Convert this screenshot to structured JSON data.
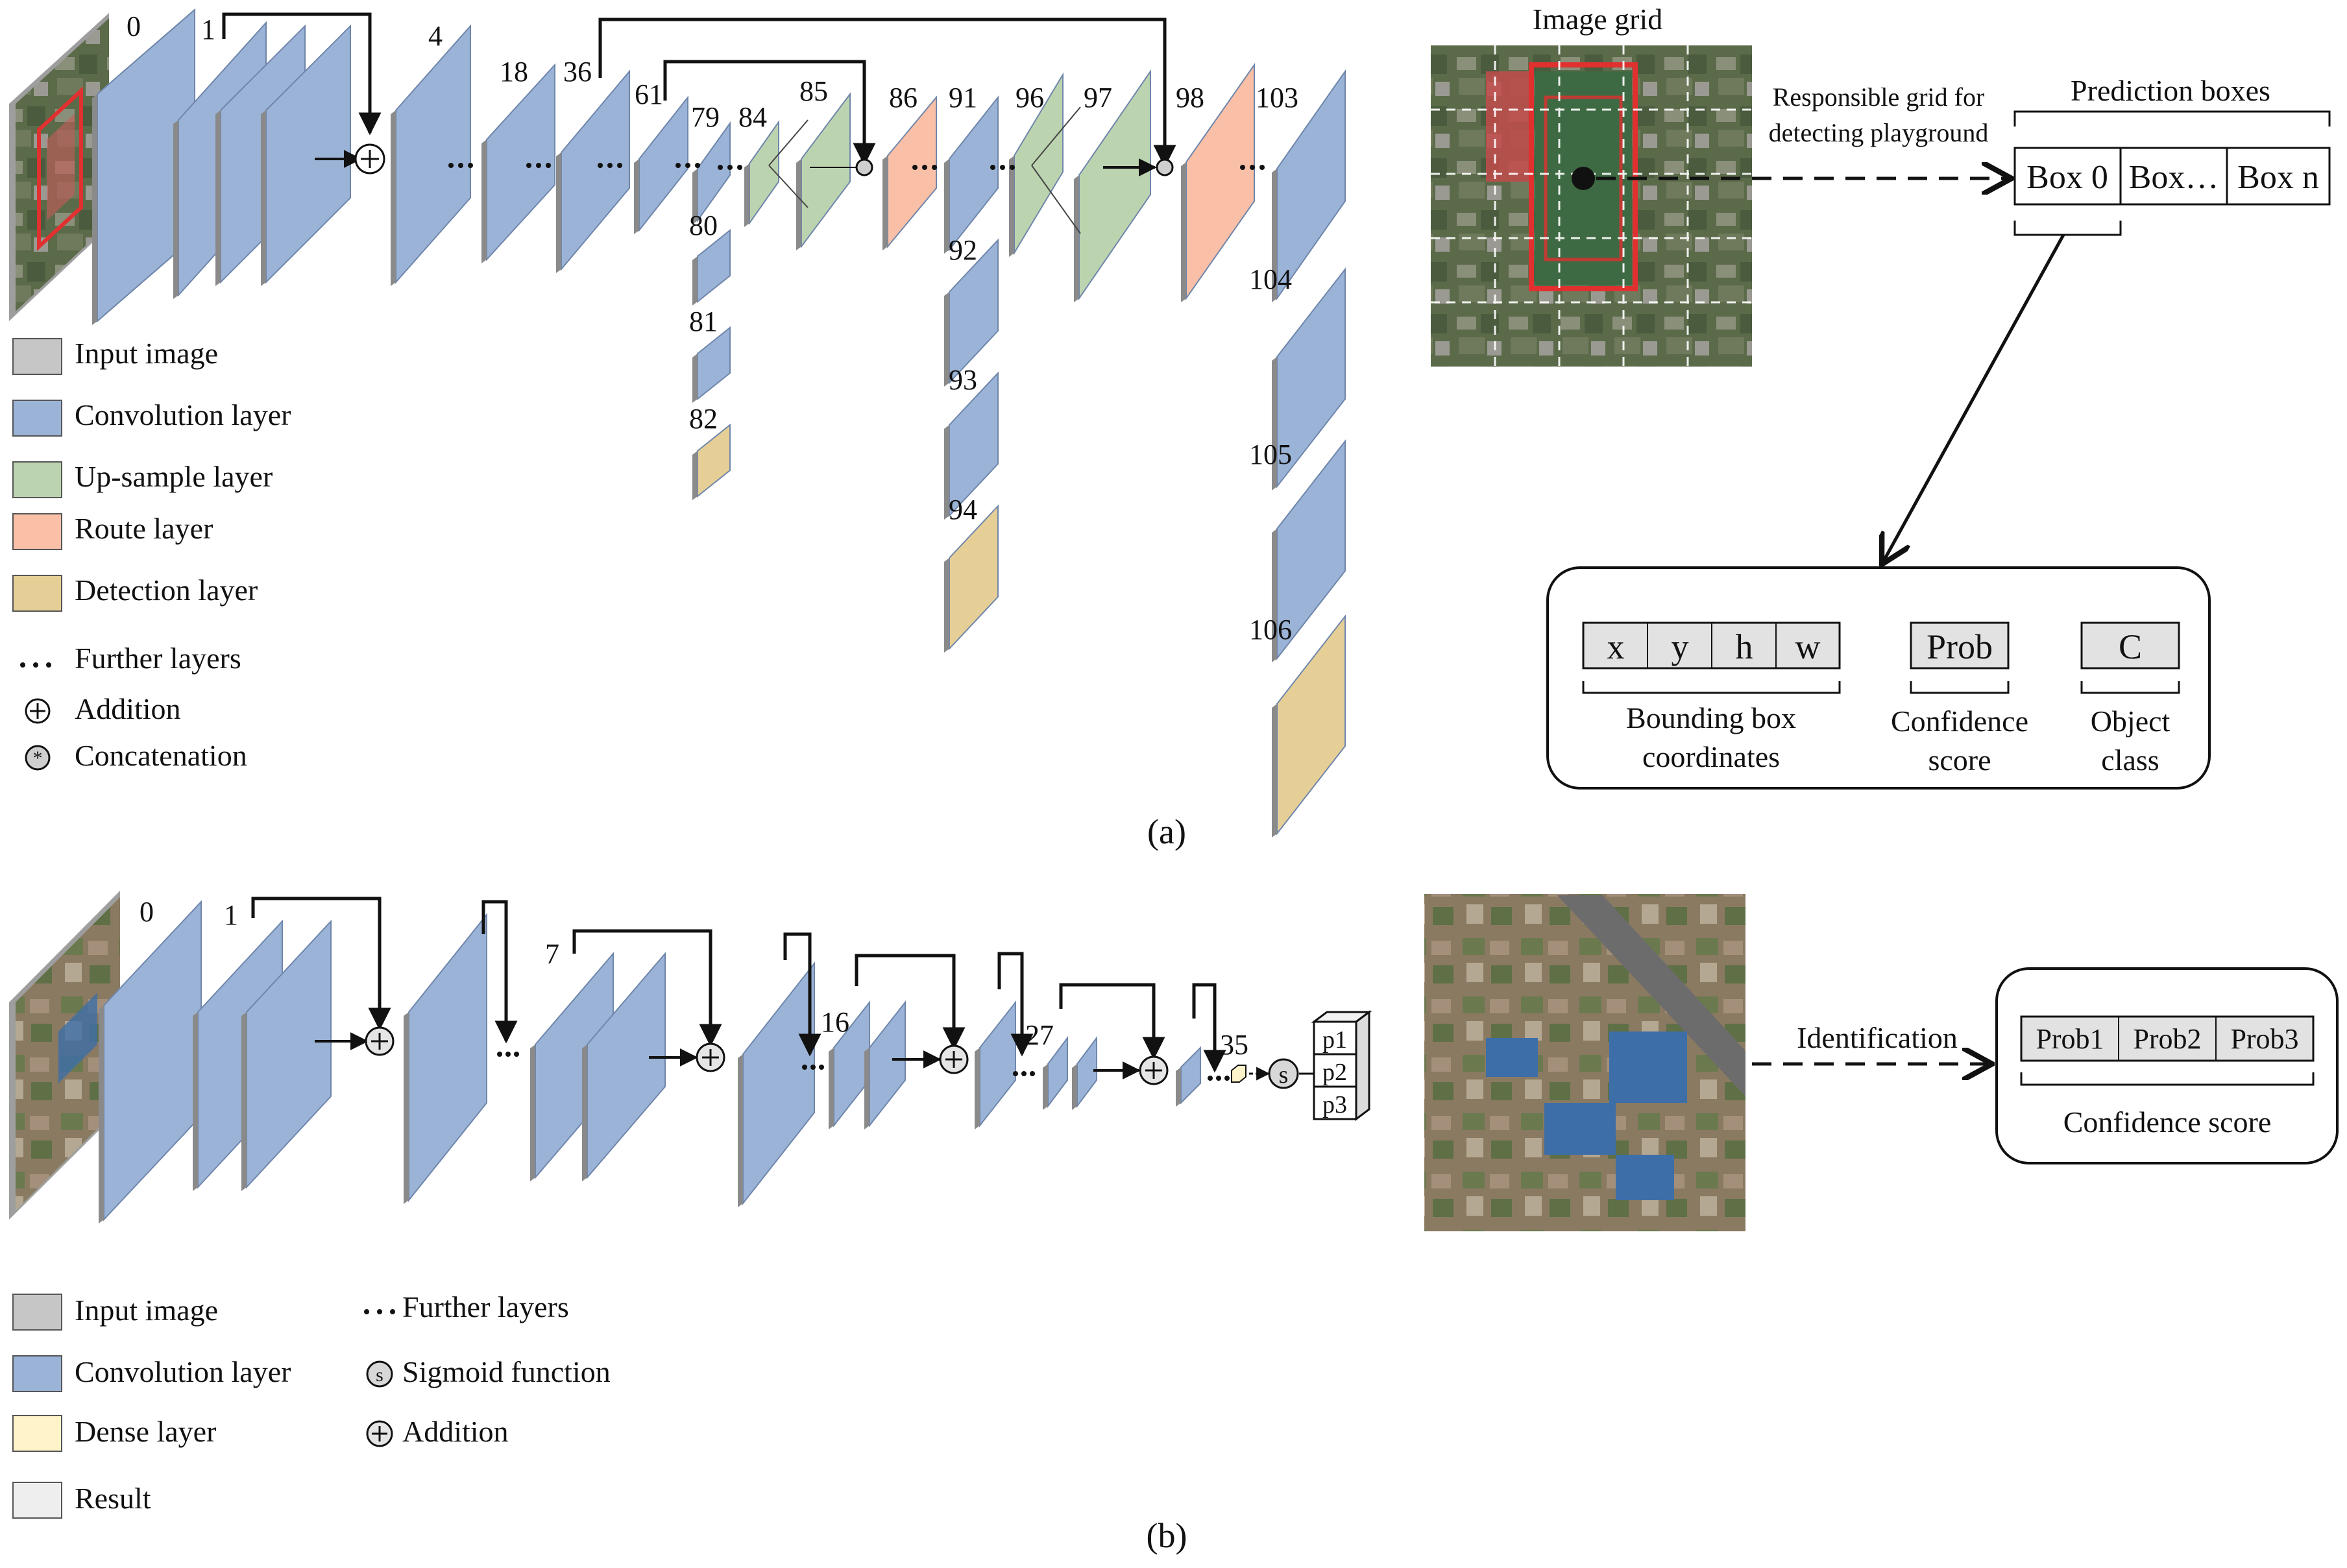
{
  "colors": {
    "input": "#c6c6c6",
    "conv": "#9ab3d6",
    "conv_edge": "#6f86ab",
    "upsample": "#bcd3b0",
    "route": "#f9bfa7",
    "detection": "#e6cf96",
    "dense": "#fff3c9",
    "result": "#eeeeee",
    "box_fill": "#e2e2e2"
  },
  "panel_a": {
    "caption": "(a)",
    "layer_numbers": [
      "0",
      "1",
      "4",
      "18",
      "36",
      "61",
      "79",
      "84",
      "85",
      "86",
      "91",
      "96",
      "97",
      "98",
      "103",
      "80",
      "81",
      "82",
      "92",
      "93",
      "94",
      "104",
      "105",
      "106"
    ],
    "legend": [
      {
        "key": "input",
        "label": "Input image"
      },
      {
        "key": "conv",
        "label": "Convolution layer"
      },
      {
        "key": "upsample",
        "label": "Up-sample layer"
      },
      {
        "key": "route",
        "label": "Route layer"
      },
      {
        "key": "detection",
        "label": "Detection layer"
      },
      {
        "key": "dots",
        "label": "Further layers"
      },
      {
        "key": "add",
        "label": "Addition"
      },
      {
        "key": "concat",
        "label": "Concatenation"
      }
    ],
    "image_grid_label": "Image grid",
    "responsible_line1": "Responsible grid for",
    "responsible_line2": "detecting playground",
    "prediction_boxes_label": "Prediction boxes",
    "boxes": [
      "Box 0",
      "Box…",
      "Box n"
    ],
    "coords": [
      "x",
      "y",
      "h",
      "w"
    ],
    "coords_label_1": "Bounding box",
    "coords_label_2": "coordinates",
    "prob": "Prob",
    "conf_label_1": "Confidence",
    "conf_label_2": "score",
    "class_symbol": "C",
    "class_label_1": "Object",
    "class_label_2": "class"
  },
  "panel_b": {
    "caption": "(b)",
    "layer_numbers": [
      "0",
      "1",
      "7",
      "16",
      "27",
      "35"
    ],
    "outputs": [
      "p1",
      "p2",
      "p3"
    ],
    "legend_left": [
      {
        "key": "input",
        "label": "Input image"
      },
      {
        "key": "conv",
        "label": "Convolution layer"
      },
      {
        "key": "dense",
        "label": "Dense layer"
      },
      {
        "key": "result",
        "label": "Result"
      }
    ],
    "legend_right": [
      {
        "key": "dots",
        "label": "Further layers"
      },
      {
        "key": "sigmoid",
        "label": "Sigmoid function"
      },
      {
        "key": "add",
        "label": "Addition"
      }
    ],
    "sigmoid_symbol": "s",
    "identification": "Identification",
    "probs": [
      "Prob1",
      "Prob2",
      "Prob3"
    ],
    "conf_label": "Confidence score"
  }
}
